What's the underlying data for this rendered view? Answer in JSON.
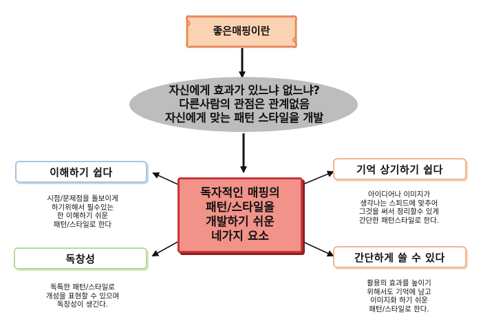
{
  "title": "좋은매핑이란",
  "question": {
    "lines": [
      "자신에게 효과가 있느냐 없느냐?",
      "다른사람의 관점은 관계없음",
      "자신에게 맞는 패턴 스타일을 개발"
    ]
  },
  "center": {
    "lines": [
      "독자적인 매핑의",
      "패턴/스타일을",
      "개발하기 쉬운",
      "네가지 요소"
    ]
  },
  "elements": [
    {
      "label": "이해하기 쉽다",
      "desc": [
        "시점/문제점을 돌보이게",
        "하기위해서 필수있는",
        "한 이해하기 쉬운",
        "패턴/스타일로 한다"
      ]
    },
    {
      "label": "독창성",
      "desc": [
        "독특한 패턴/스타일로",
        "개성을 표현할 수 있으며",
        "독창성이 생긴다."
      ]
    },
    {
      "label": "기억 상기하기 쉽다",
      "desc": [
        "아이디어나 이미지가",
        "생각나는 스피드에 맞추어",
        "그것을 써서 정리할수 있게",
        "간단한 패턴스타일로 한다."
      ]
    },
    {
      "label": "간단하게 쓸 수 있다",
      "desc": [
        "활용의 효과를 높이기",
        "위해서도 기억에 남고",
        "이미지화 하기 쉬운",
        "패턴/스타일로 한다."
      ]
    }
  ],
  "colors": {
    "center_fill": "#f2938a",
    "center_border": "#c8343a",
    "ellipse_fill": "#bdbdbd",
    "scroll_fill": "#fbd3b3",
    "scroll_border": "#e98a5a",
    "box_blue": "#a9c4dc",
    "box_green": "#b5d99a",
    "box_orange": "#f3b48a"
  }
}
